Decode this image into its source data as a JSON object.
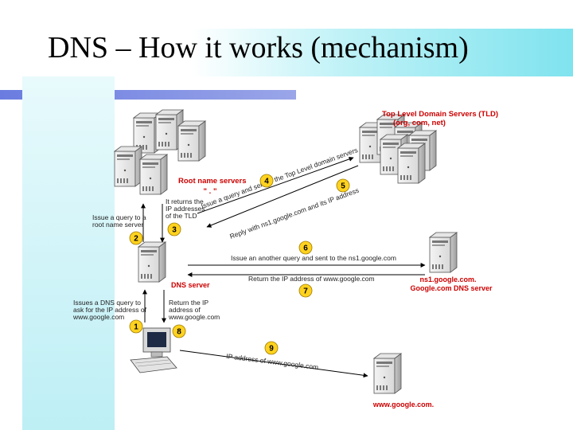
{
  "slide": {
    "title": "DNS – How it works (mechanism)",
    "colors": {
      "accent_cyan": "#7fe3ee",
      "accent_blue": "#9aa6e8",
      "label_red": "#cc0000",
      "step_circle": "#ffd21f"
    }
  },
  "servers": {
    "tld_title": "Top Level Domain Servers (TLD)",
    "tld_sub": "(org, com, net)",
    "root_title": "Root name servers",
    "root_dot": "\" . \"",
    "dns_server": "DNS server",
    "ns1_line1": "ns1.google.com.",
    "ns1_line2": "Google.com DNS server",
    "www": "www.google.com."
  },
  "notes": {
    "returns_tld": [
      "It returns the",
      "IP addresses",
      "of the TLD"
    ],
    "issue_root": [
      "Issue a query to a",
      "root name server"
    ],
    "issue_dns": [
      "Issues a DNS query to",
      "ask for the IP address of",
      "www.google.com"
    ],
    "return_ip": [
      "Return the IP",
      "address of",
      "www.google.com"
    ],
    "step4": "Issue a query and sent to the Top Level domain servers",
    "step5": "Reply with ns1.google.com and its IP address",
    "step6": "Issue an another query and sent to the ns1.google.com",
    "step7": "Return the IP address of www.google.com",
    "step9": "IP address of www.google.com"
  },
  "steps": [
    "1",
    "2",
    "3",
    "4",
    "5",
    "6",
    "7",
    "8",
    "9"
  ]
}
